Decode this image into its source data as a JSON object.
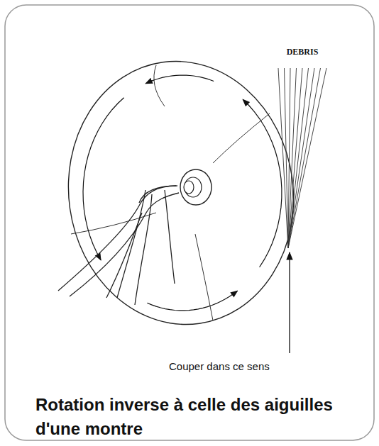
{
  "diagram": {
    "caption": "Rotation inverse à celle des aiguilles d'une montre",
    "labels": [
      "DEBRIS",
      "Couper dans ce sens"
    ]
  }
}
